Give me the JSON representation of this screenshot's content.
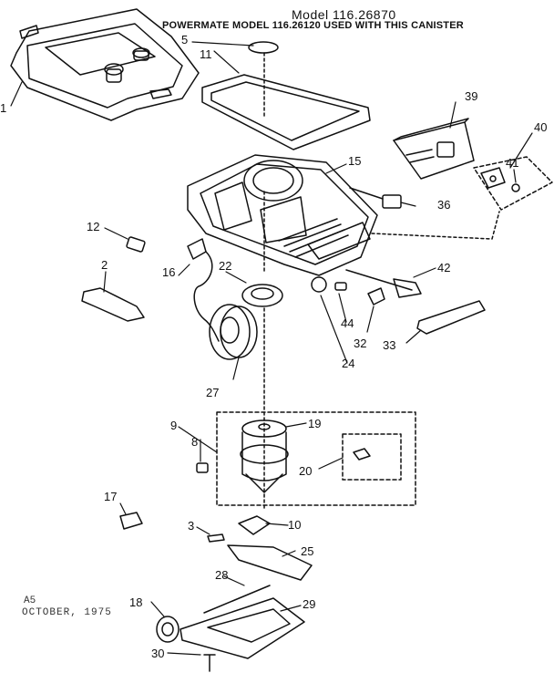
{
  "header": {
    "model": "Model 116.26870",
    "subtitle": "POWERMATE MODEL 116.26120 USED WITH THIS CANISTER"
  },
  "footer": {
    "code": "A5",
    "date": "OCTOBER, 1975"
  },
  "callouts": [
    {
      "id": "1",
      "text": "1"
    },
    {
      "id": "2",
      "text": "2"
    },
    {
      "id": "3",
      "text": "3"
    },
    {
      "id": "5",
      "text": "5"
    },
    {
      "id": "8",
      "text": "8"
    },
    {
      "id": "9",
      "text": "9"
    },
    {
      "id": "10",
      "text": "10"
    },
    {
      "id": "11",
      "text": "11"
    },
    {
      "id": "12",
      "text": "12"
    },
    {
      "id": "15",
      "text": "15"
    },
    {
      "id": "16",
      "text": "16"
    },
    {
      "id": "17",
      "text": "17"
    },
    {
      "id": "18",
      "text": "18"
    },
    {
      "id": "19",
      "text": "19"
    },
    {
      "id": "20",
      "text": "20"
    },
    {
      "id": "22",
      "text": "22"
    },
    {
      "id": "24",
      "text": "24"
    },
    {
      "id": "25",
      "text": "25"
    },
    {
      "id": "27",
      "text": "27"
    },
    {
      "id": "28",
      "text": "28"
    },
    {
      "id": "29",
      "text": "29"
    },
    {
      "id": "30",
      "text": "30"
    },
    {
      "id": "32",
      "text": "32"
    },
    {
      "id": "33",
      "text": "33"
    },
    {
      "id": "36",
      "text": "36"
    },
    {
      "id": "39",
      "text": "39"
    },
    {
      "id": "40",
      "text": "40"
    },
    {
      "id": "41",
      "text": "41"
    },
    {
      "id": "42",
      "text": "42"
    },
    {
      "id": "44",
      "text": "44"
    }
  ]
}
